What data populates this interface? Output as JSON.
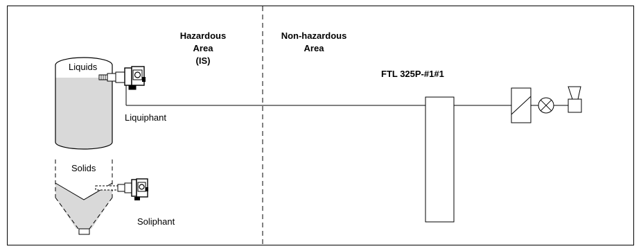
{
  "zones": {
    "hazardous_lines": [
      "Hazardous",
      "Area",
      "(IS)"
    ],
    "nonhazardous_lines": [
      "Non-hazardous",
      "Area"
    ]
  },
  "tank": {
    "liquids_label": "Liquids",
    "sensor_label": "Liquiphant"
  },
  "silo": {
    "solids_label": "Solids",
    "sensor_label": "Soliphant"
  },
  "unit": {
    "label": "FTL 325P-#1#1"
  },
  "colors": {
    "line": "#000000",
    "fill_liquid": "#d9d9d9",
    "fill_solid": "#d9d9d9",
    "frame": "#000000"
  }
}
